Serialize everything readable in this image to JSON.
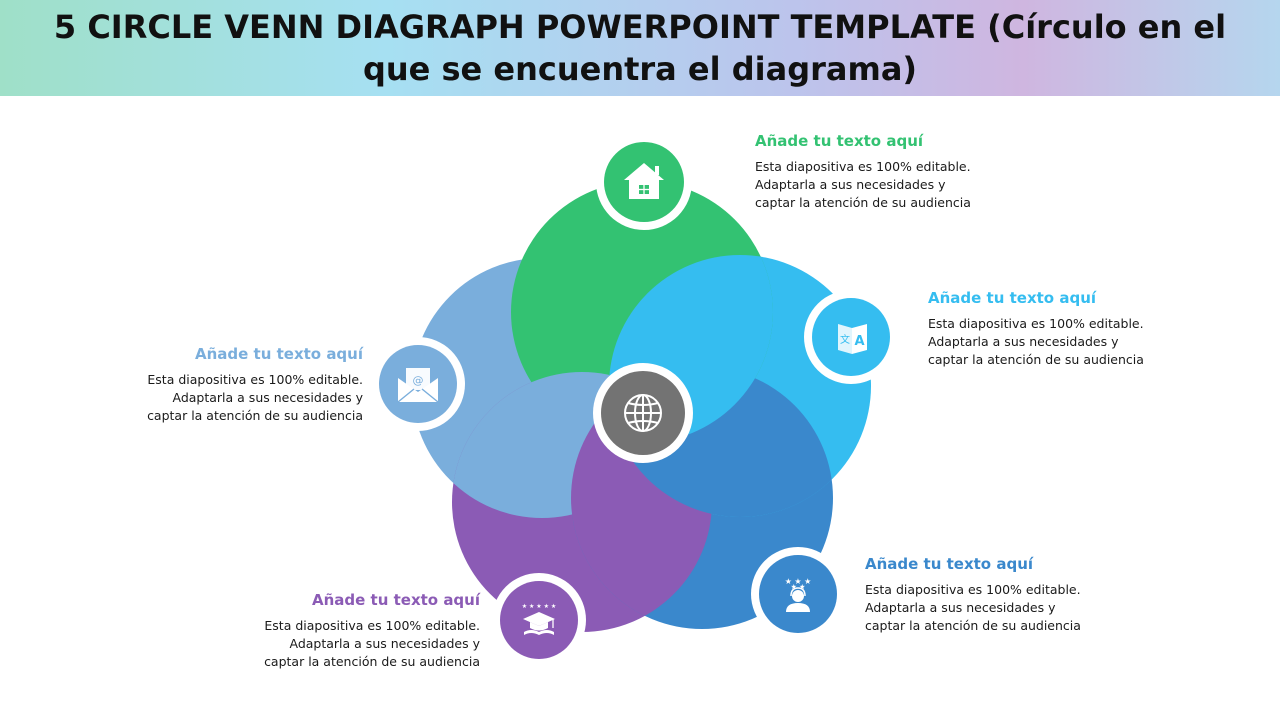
{
  "title": "5 CIRCLE VENN DIAGRAPH POWERPOINT TEMPLATE (Círculo en el que se encuentra el diagrama)",
  "colors": {
    "green": "#33c272",
    "sky": "#35bdf0",
    "blue": "#3a88cc",
    "purple": "#8b5bb5",
    "lightblue": "#7aaedc",
    "center": "#737373"
  },
  "segments": [
    {
      "name": "green",
      "icon": "house-icon"
    },
    {
      "name": "sky",
      "icon": "translate-icon"
    },
    {
      "name": "blue",
      "icon": "customer-support-icon"
    },
    {
      "name": "purple",
      "icon": "graduation-cap-icon"
    },
    {
      "name": "lightblue",
      "icon": "email-icon"
    }
  ],
  "center_icon": "globe-icon",
  "callouts": [
    {
      "heading": "Añade tu texto aquí",
      "lines": [
        "Esta diapositiva es 100% editable.",
        "Adaptarla a sus necesidades y",
        "captar la atención de su audiencia"
      ]
    },
    {
      "heading": "Añade tu texto aquí",
      "lines": [
        "Esta diapositiva es 100% editable.",
        "Adaptarla a sus necesidades y",
        "captar la atención de su audiencia"
      ]
    },
    {
      "heading": "Añade tu texto aquí",
      "lines": [
        "Esta diapositiva es 100% editable.",
        "Adaptarla a sus necesidades y",
        "captar la atención de su audiencia"
      ]
    },
    {
      "heading": "Añade tu texto aquí",
      "lines": [
        "Esta diapositiva es 100% editable.",
        "Adaptarla a sus necesidades y",
        "captar la atención de su audiencia"
      ]
    },
    {
      "heading": "Añade tu texto aquí",
      "lines": [
        "Esta diapositiva es 100% editable.",
        "Adaptarla a sus necesidades y",
        "captar la atención de su audiencia"
      ]
    }
  ]
}
